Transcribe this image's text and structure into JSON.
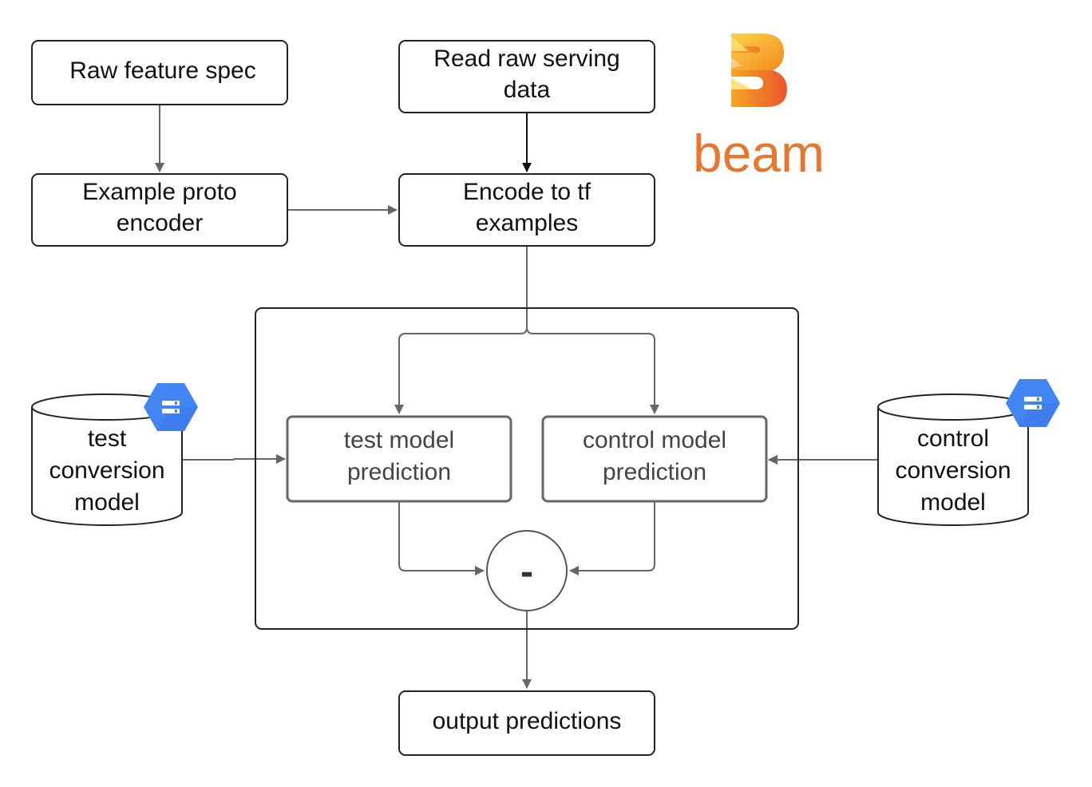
{
  "nodes": {
    "raw_feature_spec": [
      "Raw feature spec"
    ],
    "read_raw_serving": [
      "Read raw serving",
      "data"
    ],
    "example_proto_encoder": [
      "Example proto",
      "encoder"
    ],
    "encode_tf_examples": [
      "Encode to tf",
      "examples"
    ],
    "test_model_prediction": [
      "test model",
      "prediction"
    ],
    "control_model_prediction": [
      "control model",
      "prediction"
    ],
    "subtract_op": "-",
    "output_predictions": [
      "output predictions"
    ],
    "test_conversion_model": [
      "test",
      "conversion",
      "model"
    ],
    "control_conversion_model": [
      "control",
      "conversion",
      "model"
    ]
  },
  "logo": {
    "wordmark": "beam",
    "icon": "beam-logo-icon"
  },
  "storage_icon": "cloud-storage-icon",
  "colors": {
    "box_stroke": "#222222",
    "inner_stroke": "#666666",
    "arrow": "#666666",
    "gcp_blue": "#4285f4",
    "beam_orange": "#e8772e",
    "beam_yellow": "#f6b93b"
  }
}
